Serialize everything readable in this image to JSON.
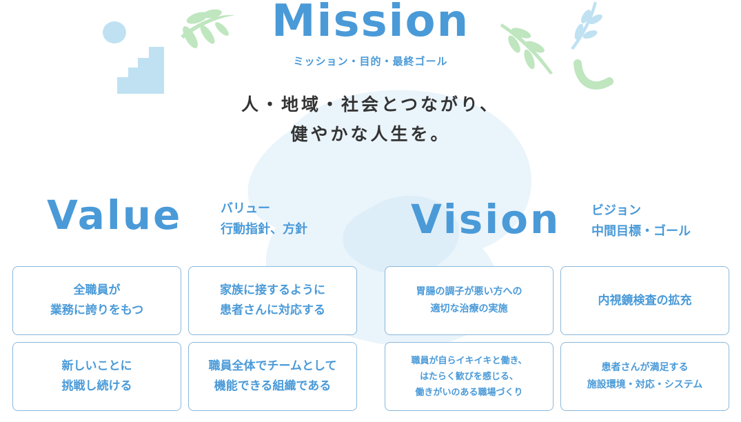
{
  "mission": {
    "title": "Mission",
    "subtitle": "ミッション・目的・最終ゴール",
    "statement": [
      "人・地域・社会とつながり、",
      "健やかな人生を。"
    ]
  },
  "value": {
    "title": "Value",
    "subtitle_1": "バリュー",
    "subtitle_2": "行動指針、方針",
    "cards": [
      "全職員が\n業務に誇りをもつ",
      "家族に接するように\n患者さんに対応する",
      "新しいことに\n挑戦し続ける",
      "職員全体でチームとして\n機能できる組織である"
    ]
  },
  "vision": {
    "title": "Vision",
    "subtitle_1": "ビジョン",
    "subtitle_2": "中間目標・ゴール",
    "cards": [
      "胃腸の調子が悪い方への\n適切な治療の実施",
      "内視鏡検査の拡充",
      "職員が自らイキイキと働き、\nはたらく歓びを感じる、\n働きがいのある職場づくり",
      "患者さんが満足する\n施設環境・対応・システム"
    ]
  },
  "colors": {
    "accent": "#4a9ad8",
    "card_border": "#8ab8dc",
    "leaf_green": "#bfe6bf",
    "decor_blue": "#bfe1f2",
    "text_dark": "#333333"
  },
  "icons": [
    "leaf-icon",
    "circle-shape-icon",
    "stairs-shape-icon",
    "hook-shape-icon"
  ]
}
